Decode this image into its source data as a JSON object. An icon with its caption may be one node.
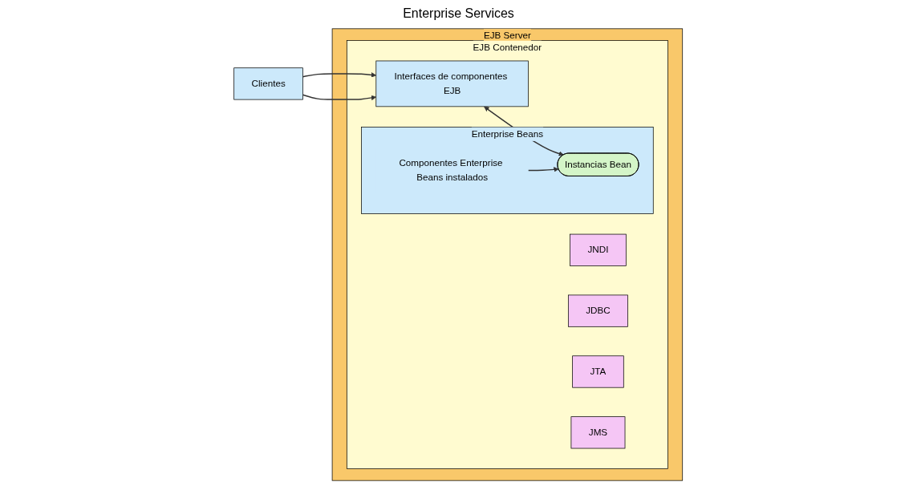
{
  "diagram": {
    "nodes": [
      {
        "text": [
          "EJB Server"
        ]
      },
      {
        "text": [
          "EJB Contenedor"
        ],
        "in": 0
      },
      {
        "text": [
          "JNDI"
        ],
        "in": 1
      },
      {
        "text": [
          "JDBC"
        ],
        "in": 1
      },
      {
        "text": [
          "JTA"
        ],
        "in": 1
      },
      {
        "text": [
          "JMS"
        ],
        "in": 1
      },
      {
        "text": [
          "Interfaces de componentes EJB"
        ],
        "in": 1
      },
      {
        "text": [
          "Enterprise Beans"
        ],
        "in": 1
      },
      {
        "text": [
          "Instancias Bean"
        ],
        "in": 7
      },
      {
        "text": [
          "Componentes Enterprise Beans instalados"
        ],
        "in": 7
      },
      {
        "text": [
          "Clientes"
        ]
      }
    ],
    "edges": [
      {
        "from": 10,
        "to": 6,
        "arrow": "to"
      },
      {
        "from": 10,
        "to": 6,
        "arrow": "to"
      },
      {
        "from": 6,
        "to": 8,
        "arrow": "both"
      },
      {
        "from": 9,
        "to": 8,
        "arrow": "to"
      }
    ],
    "labels": [
      "Enterprise Services"
    ]
  }
}
